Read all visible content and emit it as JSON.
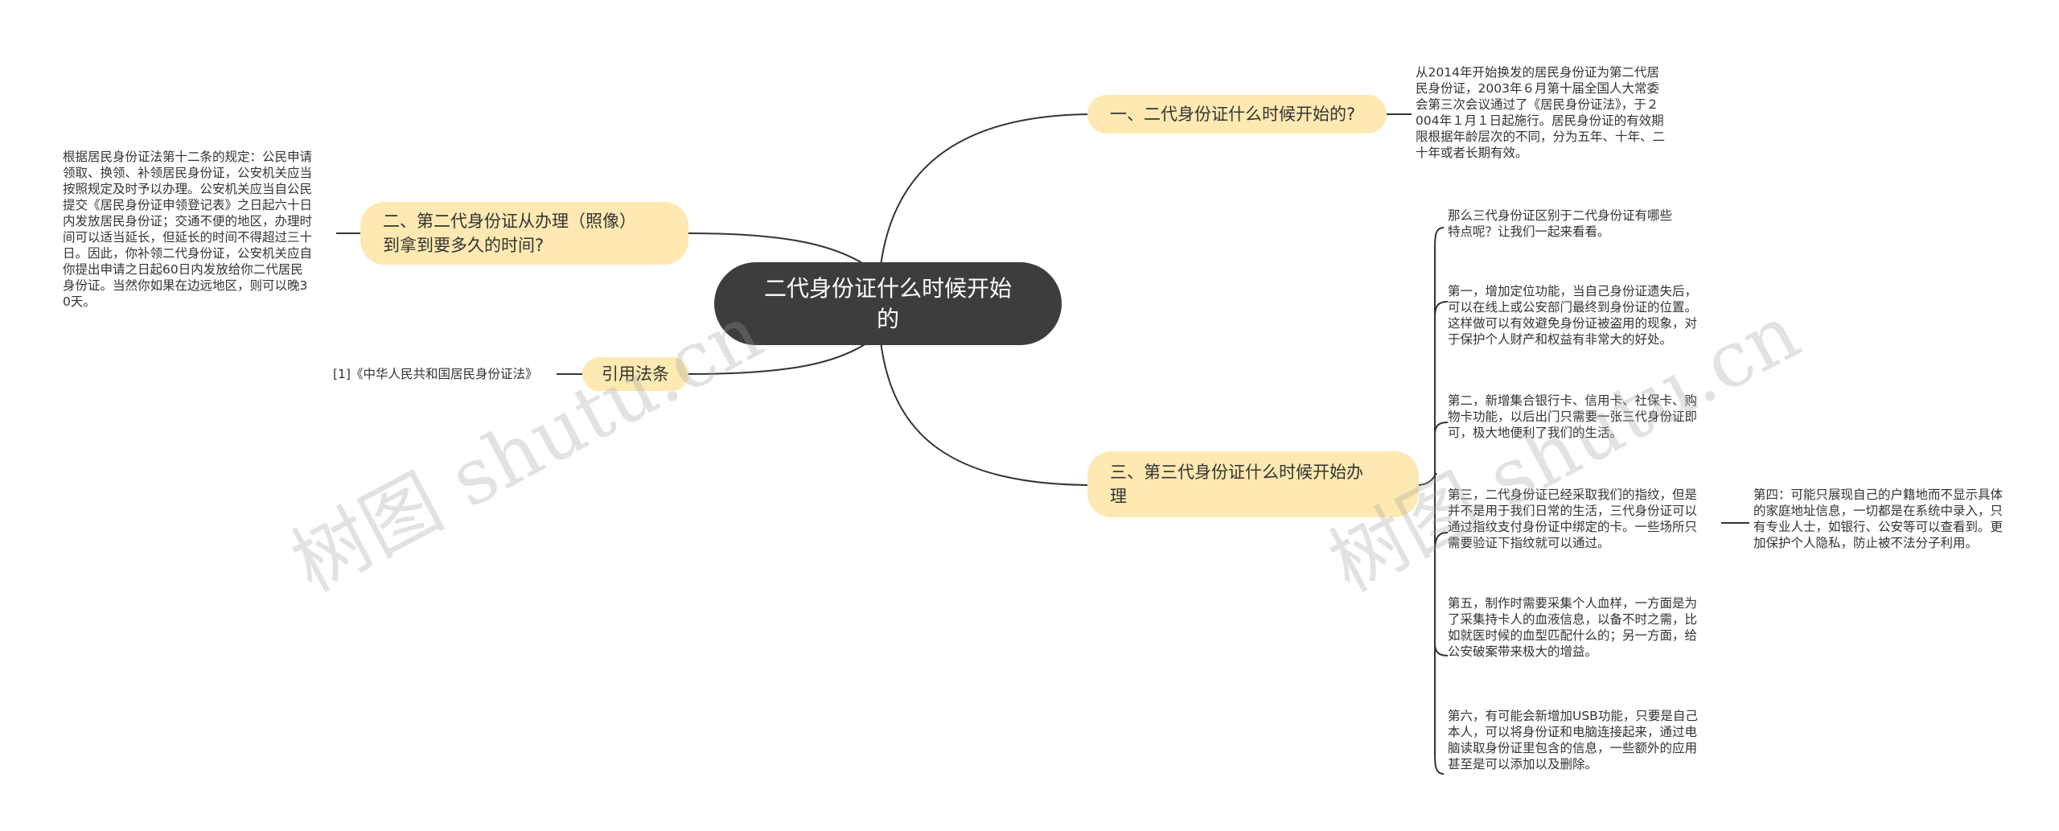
{
  "root": {
    "title": "二代身份证什么时候开始的"
  },
  "branches": {
    "b1": {
      "label": "一、二代身份证什么时候开始的?",
      "note": "从2014年开始换发的居民身份证为第二代居\n民身份证，2003年６月第十届全国人大常委\n会第三次会议通过了《居民身份证法》，于２\n004年１月１日起施行。居民身份证的有效期\n限根据年龄层次的不同，分为五年、十年、二\n十年或者长期有效。"
    },
    "b2": {
      "label": "二、第二代身份证从办理（照像）\n到拿到要多久的时间?",
      "note": "根据居民身份证法第十二条的规定：公民申请\n领取、换领、补领居民身份证，公安机关应当\n按照规定及时予以办理。公安机关应当自公民\n提交《居民身份证申领登记表》之日起六十日\n内发放居民身份证；交通不便的地区，办理时\n间可以适当延长，但延长的时间不得超过三十\n日。因此，你补领二代身份证，公安机关应自\n你提出申请之日起60日内发放给你二代居民\n身份证。当然你如果在边远地区，则可以晚3\n0天。"
    },
    "b3": {
      "label": "引用法条",
      "ref": "[1]《中华人民共和国居民身份证法》"
    },
    "b4": {
      "label": "三、第三代身份证什么时候开始办\n理",
      "items": [
        "那么三代身份证区别于二代身份证有哪些\n特点呢？让我们一起来看看。",
        "第一，增加定位功能，当自己身份证遗失后，\n可以在线上或公安部门最终到身份证的位置。\n这样做可以有效避免身份证被盗用的现象，对\n于保护个人财产和权益有非常大的好处。",
        "第二，新增集合银行卡、信用卡、社保卡、购\n物卡功能，以后出门只需要一张三代身份证即\n可，极大地便利了我们的生活。",
        "第三，二代身份证已经采取我们的指纹，但是\n并不是用于我们日常的生活，三代身份证可以\n通过指纹支付身份证中绑定的卡。一些场所只\n需要验证下指纹就可以通过。",
        "第五，制作时需要采集个人血样，一方面是为\n了采集持卡人的血液信息，以备不时之需，比\n如就医时候的血型匹配什么的；另一方面，给\n公安破案带来极大的增益。",
        "第六，有可能会新增加USB功能，只要是自己\n本人，可以将身份证和电脑连接起来，通过电\n脑读取身份证里包含的信息，一些额外的应用\n甚至是可以添加以及删除。"
      ],
      "sub_note": "第四：可能只展现自己的户籍地而不显示具体\n的家庭地址信息，一切都是在系统中录入，只\n有专业人士，如银行、公安等可以查看到。更\n加保护个人隐私，防止被不法分子利用。"
    }
  },
  "watermarks": [
    "树图 shutu.cn",
    "树图 shutu.cn"
  ],
  "colors": {
    "root_bg": "#3d3d3d",
    "branch_bg": "#fde9b1",
    "line": "#333333"
  }
}
